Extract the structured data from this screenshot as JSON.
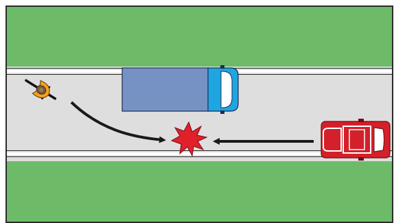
{
  "scene": {
    "colors": {
      "grass": "#6dbb68",
      "road": "#dedede",
      "road_edge_line": "#ffffff",
      "frame": "#2a2a2a",
      "van_body": "#7691c4",
      "van_cab": "#1fa5e0",
      "car_body": "#d3202a",
      "cyclist": "#f4a21c",
      "impact": "#e0202b",
      "arrow": "#1a1a1a"
    },
    "elements": [
      {
        "name": "cyclist",
        "icon": "cyclist-icon",
        "heading": "right-down"
      },
      {
        "name": "parked-van",
        "icon": "van-icon",
        "heading": "right"
      },
      {
        "name": "car",
        "icon": "car-icon",
        "heading": "left"
      },
      {
        "name": "cyclist-path-arrow",
        "icon": "curved-arrow-icon",
        "points_to": "collision-point"
      },
      {
        "name": "car-path-arrow",
        "icon": "straight-arrow-icon",
        "points_to": "collision-point"
      },
      {
        "name": "collision-point",
        "icon": "starburst-icon"
      }
    ]
  }
}
